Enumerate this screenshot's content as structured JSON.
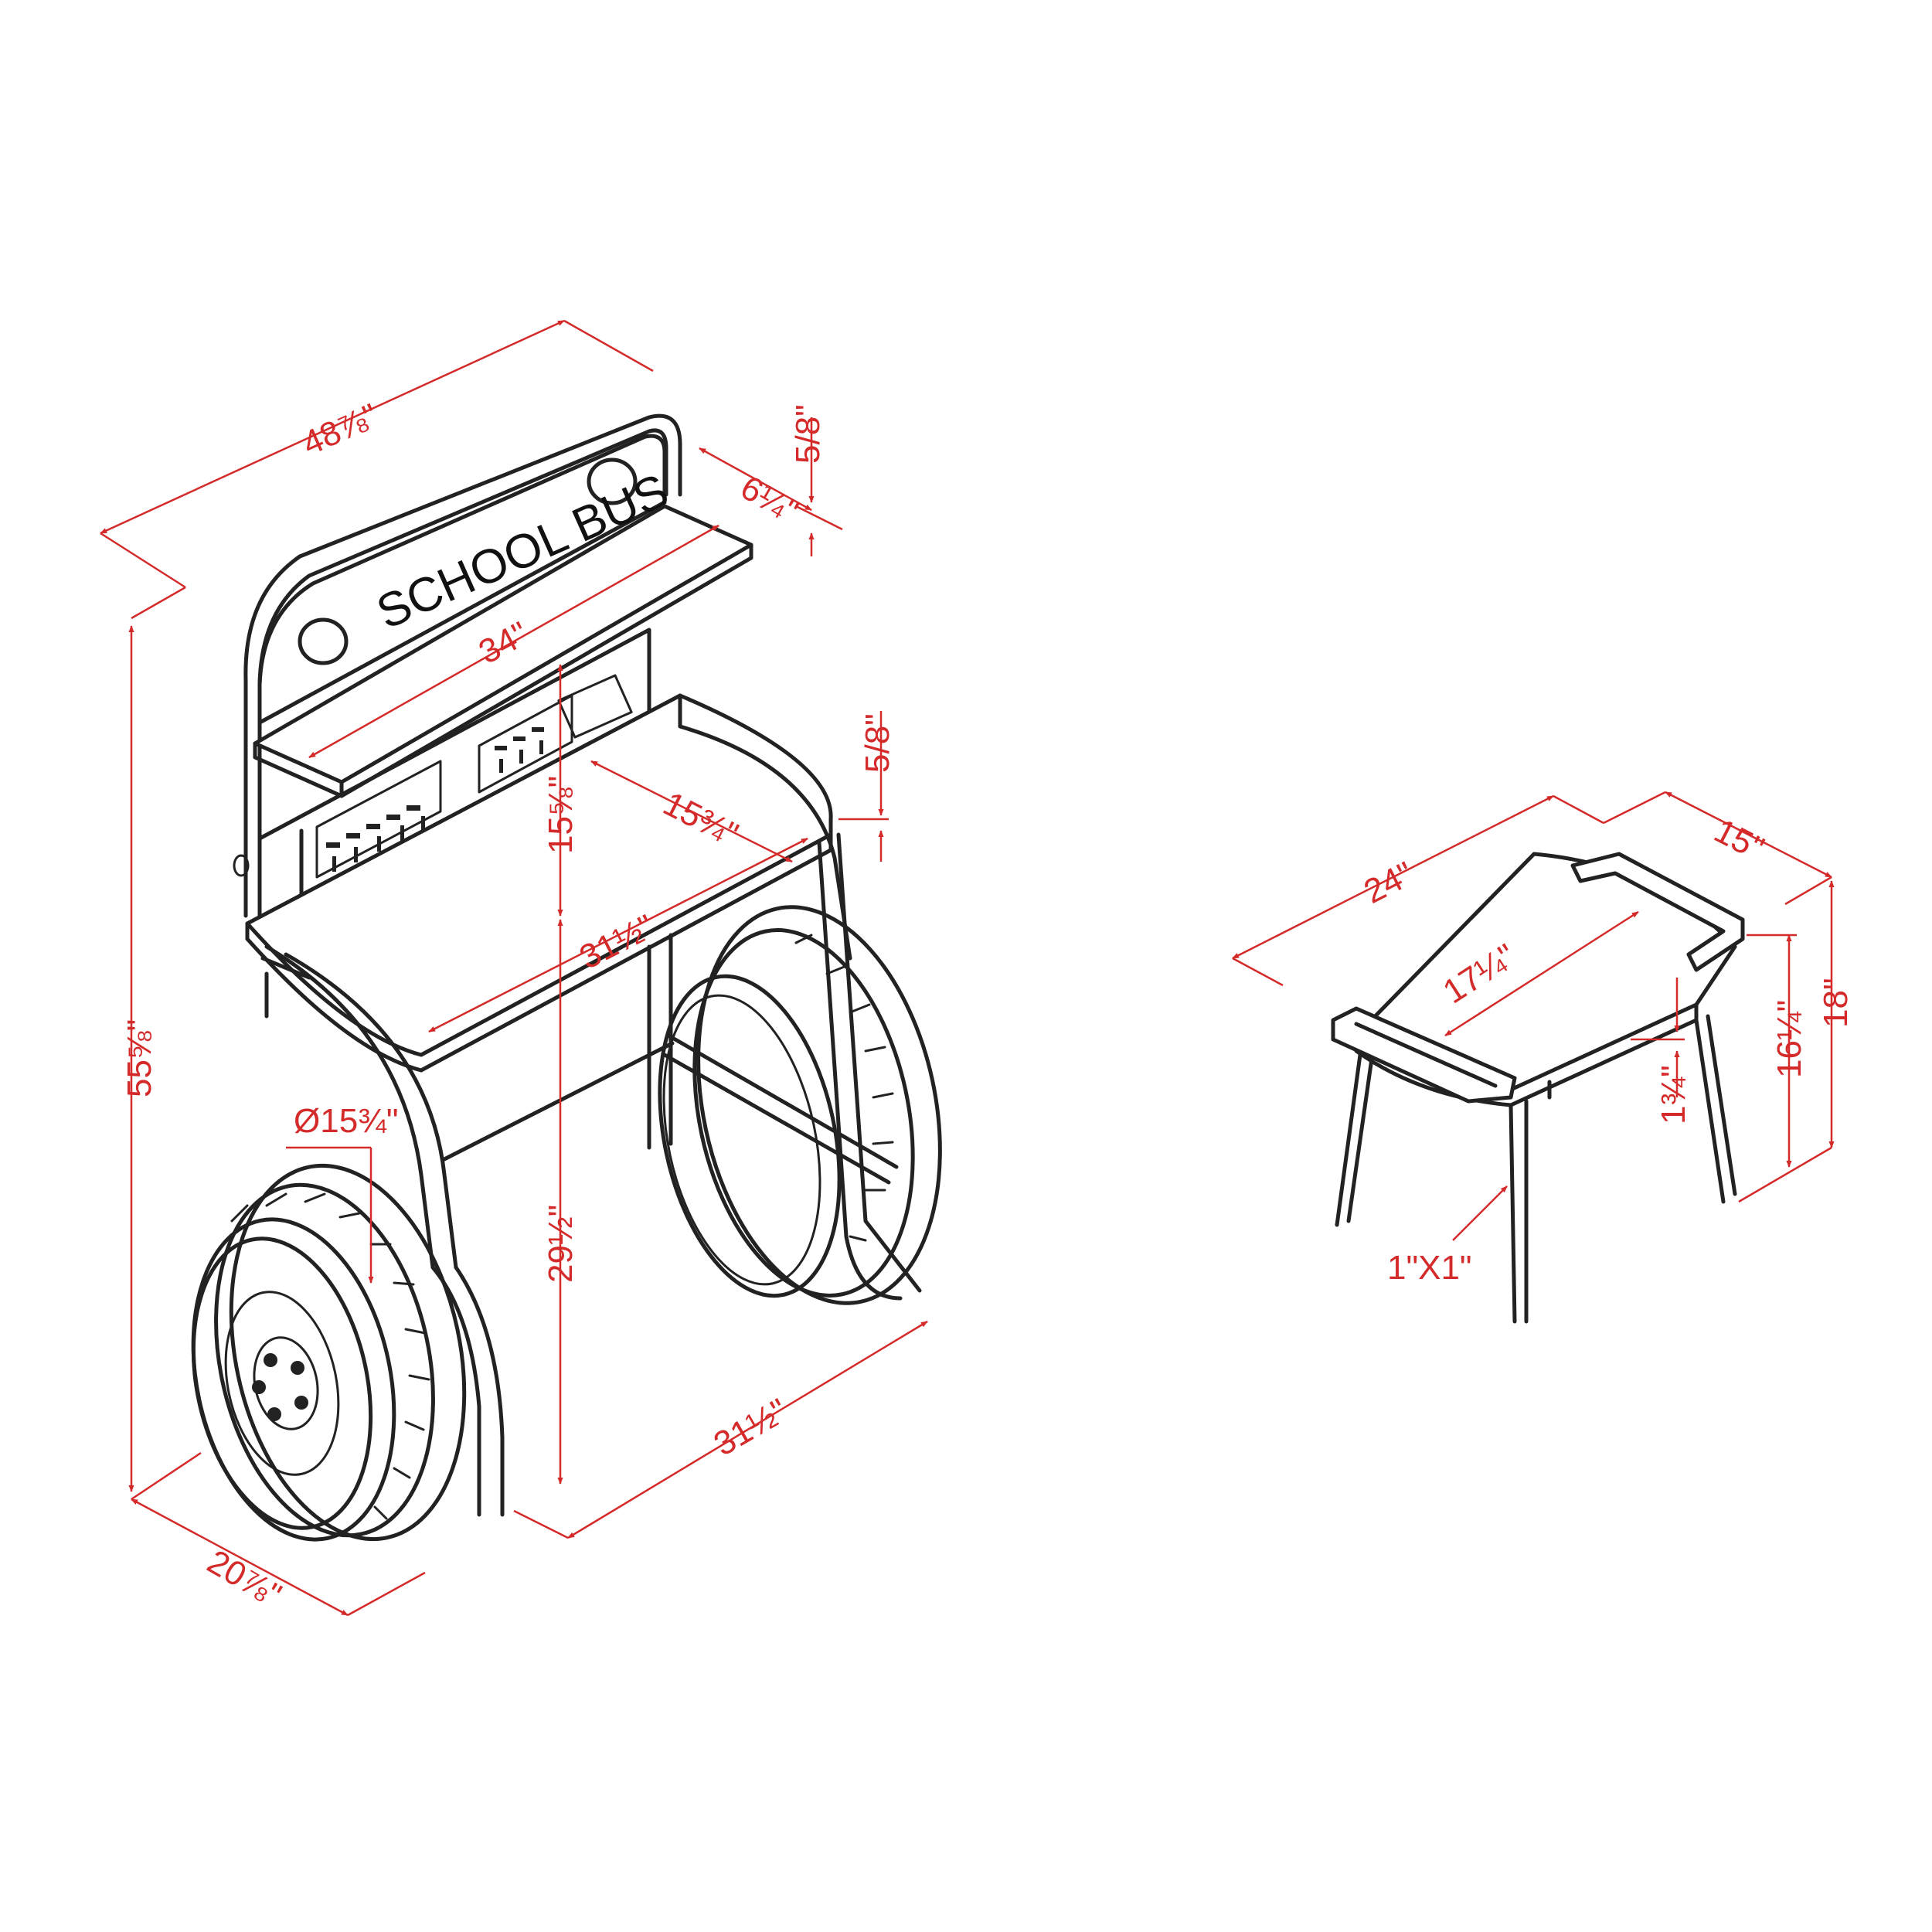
{
  "desk": {
    "sign_text": "SCHOOL BUS",
    "dimensions": {
      "overall_width": "48⅞\"",
      "hutch_shelf_depth": "6¼\"",
      "hutch_shelf_thickness": "5/8\"",
      "hutch_shelf_width": "34\"",
      "desk_top_thickness": "5/8\"",
      "hutch_height": "15⅝\"",
      "desk_top_depth": "15¾\"",
      "desk_top_width": "31½\"",
      "overall_height": "55⅝\"",
      "wheel_diameter": "Ø15¾\"",
      "desk_height": "29½\"",
      "base_width": "31½\"",
      "overall_depth": "20⅞\""
    }
  },
  "chair": {
    "dimensions": {
      "seat_width": "24\"",
      "seat_depth": "15\"",
      "overall_height": "18\"",
      "inner_seat_width": "17¼\"",
      "seat_height": "16¼\"",
      "seat_thickness": "1¾\"",
      "leg_size": "1\"X1\""
    }
  },
  "colors": {
    "line_art": "#222222",
    "dimension": "#d42a2a",
    "background": "#ffffff"
  }
}
